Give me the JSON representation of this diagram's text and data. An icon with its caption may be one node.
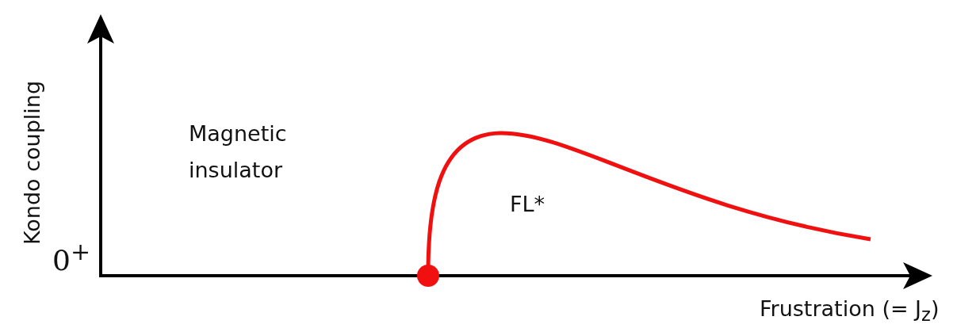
{
  "diagram": {
    "labels": [
      "Kondo coupling",
      "Magnetic insulator",
      "FL*",
      "0$^{+}$",
      "Frustration (= J$_{z}$)"
    ]
  }
}
